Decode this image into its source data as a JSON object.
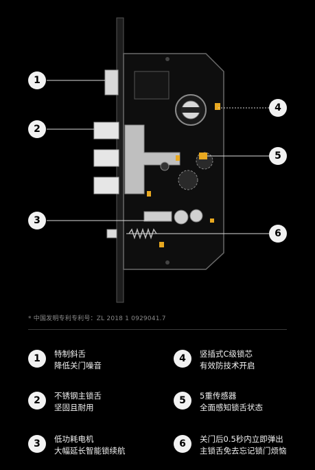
{
  "patent_note": "* 中国发明专利专利号：ZL 2018 1 0929041.7",
  "callouts": [
    {
      "num": "1"
    },
    {
      "num": "2"
    },
    {
      "num": "3"
    },
    {
      "num": "4"
    },
    {
      "num": "5"
    },
    {
      "num": "6"
    }
  ],
  "features": [
    {
      "num": "1",
      "line1": "特制斜舌",
      "line2": "降低关门噪音"
    },
    {
      "num": "2",
      "line1": "不锈钢主锁舌",
      "line2": "坚固且耐用"
    },
    {
      "num": "3",
      "line1": "低功耗电机",
      "line2": "大幅延长智能锁续航"
    },
    {
      "num": "4",
      "line1": "竖插式C级锁芯",
      "line2": "有效防技术开启"
    },
    {
      "num": "5",
      "line1": "5重传感器",
      "line2": "全面感知锁舌状态"
    },
    {
      "num": "6",
      "line1": "关门后0.5秒内立即弹出",
      "line2": "主锁舌免去忘记锁门烦恼"
    }
  ],
  "colors": {
    "accent": "#e8a820",
    "badge_bg": "#f2f2f2",
    "panel": "#141414"
  }
}
